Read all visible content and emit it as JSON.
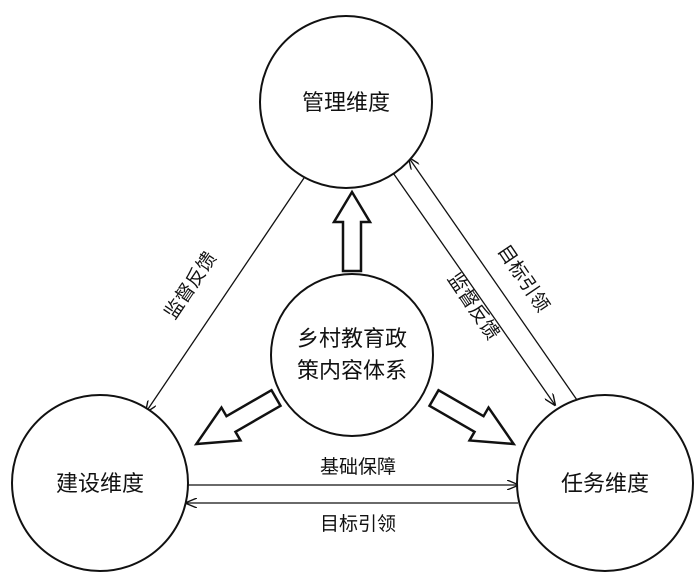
{
  "nodes": {
    "top": "管理维度",
    "center_line1": "乡村教育政",
    "center_line2": "策内容体系",
    "left": "建设维度",
    "right": "任务维度"
  },
  "edges": {
    "top_left_label": "监督反馈",
    "right_inner_label": "监督反馈",
    "right_outer_label": "目标引领",
    "bottom_upper_label": "基础保障",
    "bottom_lower_label": "目标引领"
  }
}
